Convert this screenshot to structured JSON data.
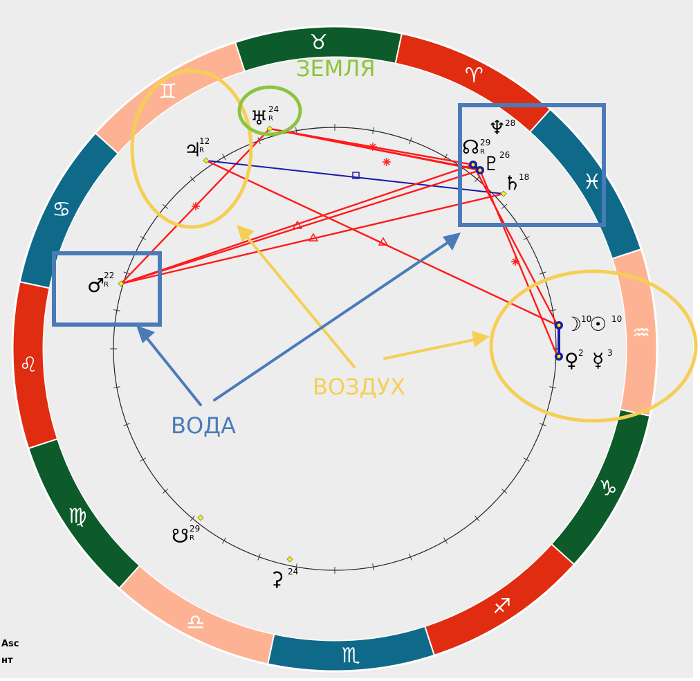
{
  "colors": {
    "fire": "#e02c10",
    "earth": "#0d5a2a",
    "air": "#fdb393",
    "water": "#0f6a8a",
    "background": "#ededed",
    "annot_blue": "#4a7bb8",
    "annot_yellow": "#f5cf55",
    "annot_green": "#8bc43e",
    "aspect_red": "#ff1a1a",
    "aspect_blue": "#1a1aaa"
  },
  "zodiac": [
    {
      "glyph": "♈",
      "element": "fire"
    },
    {
      "glyph": "♉",
      "element": "earth"
    },
    {
      "glyph": "♊",
      "element": "air"
    },
    {
      "glyph": "♋",
      "element": "water"
    },
    {
      "glyph": "♌",
      "element": "fire"
    },
    {
      "glyph": "♍",
      "element": "earth"
    },
    {
      "glyph": "♎",
      "element": "air"
    },
    {
      "glyph": "♏",
      "element": "water"
    },
    {
      "glyph": "♐",
      "element": "fire"
    },
    {
      "glyph": "♑",
      "element": "earth"
    },
    {
      "glyph": "♒",
      "element": "air"
    },
    {
      "glyph": "♓",
      "element": "water"
    }
  ],
  "planets": [
    {
      "id": "uranus",
      "glyph": "♅",
      "degree": "24",
      "retro": "R"
    },
    {
      "id": "jupiter",
      "glyph": "♃",
      "degree": "12",
      "retro": "R"
    },
    {
      "id": "pluto-node",
      "glyph": "☊",
      "degree": "29",
      "retro": "R"
    },
    {
      "id": "neptune",
      "glyph": "♆",
      "degree": "28",
      "retro": ""
    },
    {
      "id": "pluto",
      "glyph": "♇",
      "degree": "26",
      "retro": ""
    },
    {
      "id": "saturn",
      "glyph": "♄",
      "degree": "18",
      "retro": ""
    },
    {
      "id": "mars",
      "glyph": "♂",
      "degree": "22",
      "retro": "R"
    },
    {
      "id": "moon",
      "glyph": "☽",
      "degree": "10",
      "retro": ""
    },
    {
      "id": "sun",
      "glyph": "☉",
      "degree": "10",
      "retro": ""
    },
    {
      "id": "venus",
      "glyph": "♀",
      "degree": "2",
      "retro": ""
    },
    {
      "id": "mercury",
      "glyph": "☿",
      "degree": "3",
      "retro": ""
    },
    {
      "id": "south-node",
      "glyph": "☋",
      "degree": "29",
      "retro": "R"
    },
    {
      "id": "chiron",
      "glyph": "⚳",
      "degree": "24",
      "retro": ""
    }
  ],
  "annotations": {
    "earth": "ЗЕМЛЯ",
    "air": "ВОЗДУХ",
    "water": "ВОДА"
  },
  "legend": {
    "line1": "Asc",
    "line2": "нт"
  }
}
